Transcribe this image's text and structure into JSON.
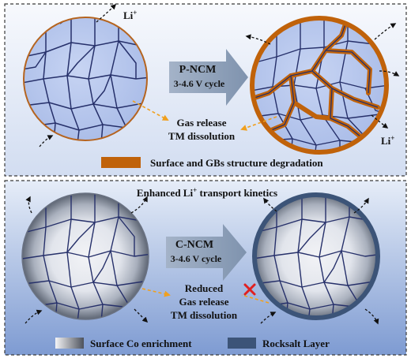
{
  "top_panel": {
    "li_top": "Li",
    "li_right": "Li",
    "li_sup": "+",
    "arrow_title": "P-NCM",
    "arrow_subtitle": "3-4.6 V cycle",
    "effect_line1": "Gas release",
    "effect_line2": "TM dissolution",
    "legend_label": "Surface and GBs structure degradation"
  },
  "bottom_panel": {
    "heading_prefix": "Enhanced Li",
    "heading_sup": "+",
    "heading_suffix": " transport kinetics",
    "arrow_title": "C-NCM",
    "arrow_subtitle": "3-4.6 V cycle",
    "effect_line1": "Reduced",
    "effect_line2": "Gas release",
    "effect_line3": "TM dissolution",
    "legend_co": "Surface Co enrichment",
    "legend_rocksalt": "Rocksalt Layer"
  },
  "colors": {
    "grain_fill": "#b7c7ec",
    "boundary": "#26306a",
    "degradation": "#c0620a",
    "gas_arrow": "#f0a01e",
    "process_arrow": "#8a9cb6",
    "rocksalt": "#3c5478",
    "forbidden_mark": "#e02020"
  },
  "icons": [
    "li-flux-arrow",
    "process-arrow",
    "gas-release-arrow",
    "forbidden-cross"
  ]
}
